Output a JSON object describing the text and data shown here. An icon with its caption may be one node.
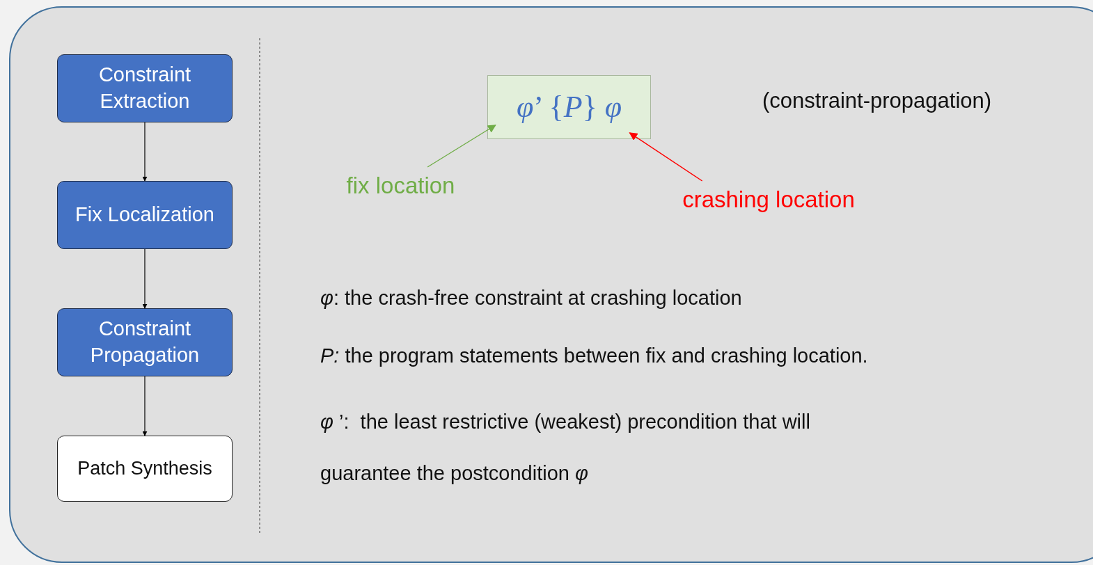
{
  "diagram": {
    "nodes": [
      {
        "text": [
          "Constraint Extraction"
        ]
      },
      {
        "text": [
          "Fix Localization"
        ]
      },
      {
        "text": [
          "Constraint Propagation"
        ]
      },
      {
        "text": [
          "Patch Synthesis"
        ]
      },
      {
        "text": [
          "*φ*’ {*P*} *φ*"
        ]
      },
      {
        "text": [
          "fix location"
        ]
      },
      {
        "text": [
          "crashing location"
        ]
      }
    ],
    "edges": [
      {
        "from": 0,
        "to": 1,
        "arrow": "to"
      },
      {
        "from": 1,
        "to": 2,
        "arrow": "to"
      },
      {
        "from": 2,
        "to": 3,
        "arrow": "to"
      },
      {
        "from": 5,
        "to": 4,
        "arrow": "to",
        "color": "#70ad47"
      },
      {
        "from": 6,
        "to": 4,
        "arrow": "to",
        "color": "#ff0000"
      }
    ],
    "labels": [
      "(constraint-propagation)",
      "*φ*: the crash-free constraint at crashing location",
      "*P:* the program statements between fix and crashing location.",
      "*φ* ’:  the least restrictive (weakest) precondition that will guarantee the postcondition *φ*"
    ]
  }
}
